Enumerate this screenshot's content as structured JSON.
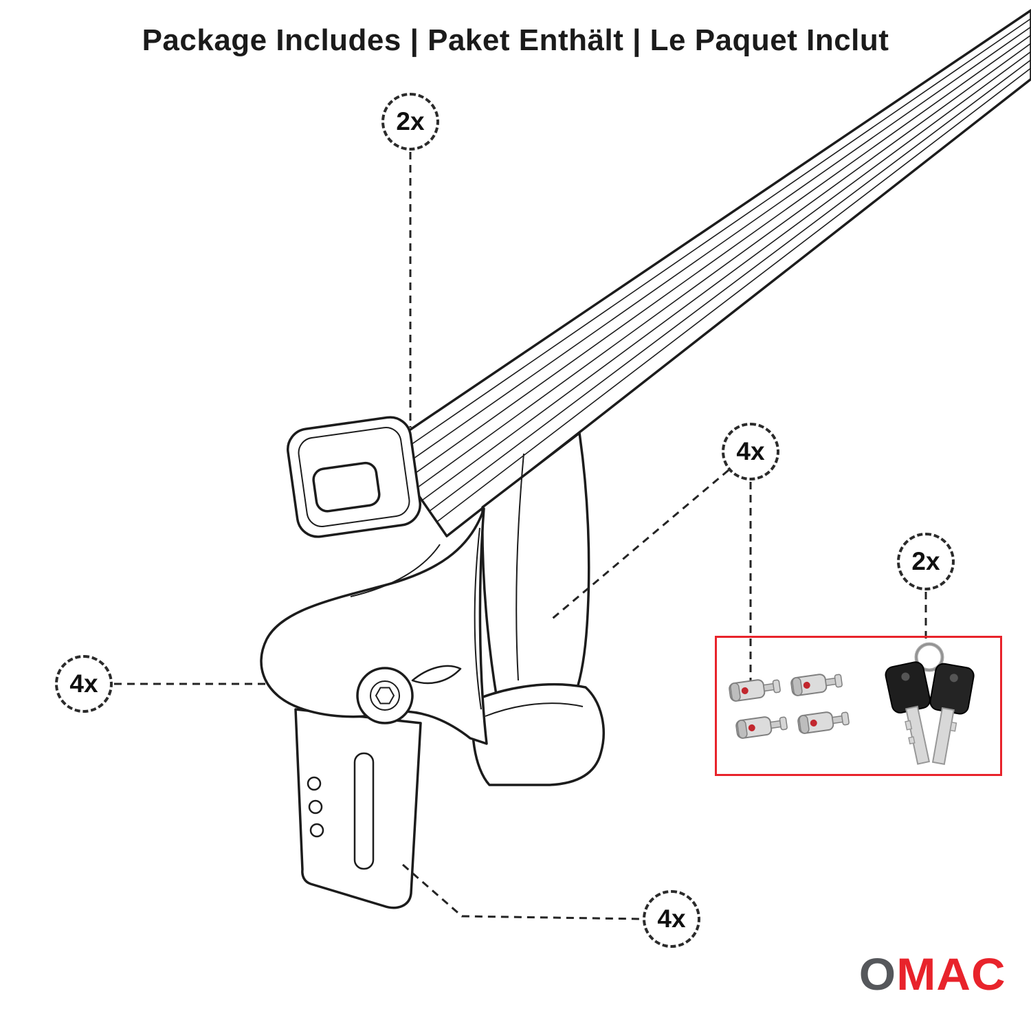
{
  "title": "Package Includes | Paket Enthält | Le Paquet Inclut",
  "callouts": {
    "crossbar": {
      "label": "2x"
    },
    "locks": {
      "label": "4x"
    },
    "keys": {
      "label": "2x"
    },
    "foot": {
      "label": "4x"
    },
    "clamp": {
      "label": "4x"
    }
  },
  "hardware_box": {
    "items": [
      "lock-cylinder-set",
      "key-pair"
    ],
    "border_color": "#e8232b"
  },
  "brand": {
    "letter_gray": "O",
    "letters_red": "MAC"
  },
  "colors": {
    "accent_red": "#e8232b",
    "ink": "#1c1c1c"
  }
}
